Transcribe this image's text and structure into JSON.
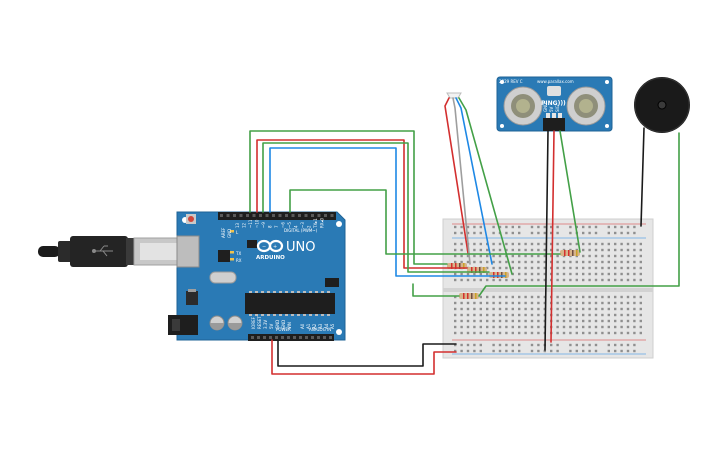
{
  "arduino": {
    "board_name": "UNO",
    "brand": "ARDUINO",
    "digital_label": "DIGITAL (PWM~)",
    "power_label": "POWER",
    "analog_label": "ANALOG IN",
    "tx_label": "TX",
    "rx_label": "RX",
    "l_label": "L",
    "aref_label": "AREF",
    "gnd_label": "GND",
    "reset_label": "RESET",
    "ioref_label": "IOREF",
    "v33_label": "3.3V",
    "v5_label": "5V",
    "vin_label": "VIN",
    "analog_pins": [
      "A0",
      "A1",
      "A2",
      "A3",
      "A4",
      "A5"
    ],
    "digital_pins": [
      "13",
      "12",
      "~11",
      "~10",
      "~9",
      "8",
      "7",
      "~6",
      "~5",
      "4",
      "~3",
      "2",
      "TX▸1",
      "RX◂0"
    ]
  },
  "sensor": {
    "name": "PING)))",
    "maker": "www.parallax.com",
    "left_text": "2829 REV C",
    "pin_labels": [
      "GND",
      "5V",
      "SIG"
    ]
  },
  "wire_colors": {
    "red": "#d32f2f",
    "black": "#1a1a1a",
    "green": "#43a047",
    "blue": "#1e88e5",
    "gray": "#9e9e9e"
  },
  "colors": {
    "board": "#2a7ab5",
    "board_dark": "#1f6396",
    "breadboard": "#e6e6e6",
    "sensor_pcb": "#2a7ab5"
  }
}
